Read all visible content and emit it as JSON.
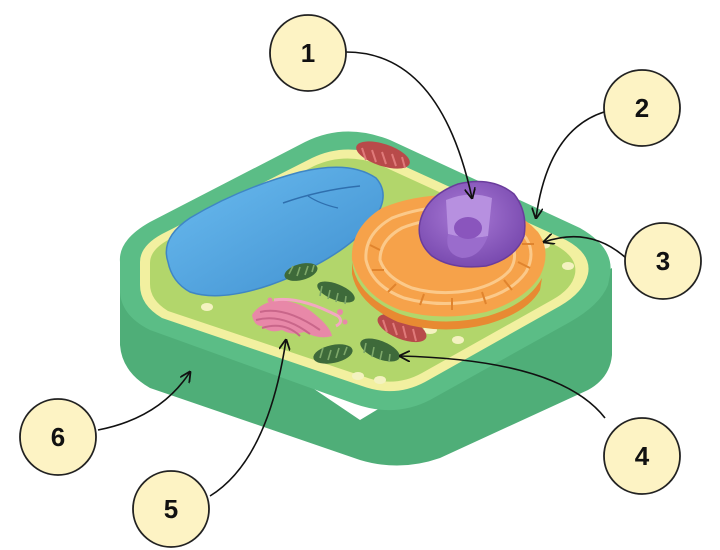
{
  "labels": [
    {
      "id": "1",
      "text": "1"
    },
    {
      "id": "2",
      "text": "2"
    },
    {
      "id": "3",
      "text": "3"
    },
    {
      "id": "4",
      "text": "4"
    },
    {
      "id": "5",
      "text": "5"
    },
    {
      "id": "6",
      "text": "6"
    }
  ],
  "colors": {
    "label_fill": "#fdf3c4",
    "label_stroke": "#222222",
    "wall": "#52b27c",
    "wall_dark": "#3e9a66",
    "membrane": "#f2f0a0",
    "cytoplasm": "#b2d66b",
    "vacuole": "#4aa3dc",
    "nucleus": "#8f5fc2",
    "nucleolus": "#b07ad8",
    "er": "#f6a24a",
    "golgi": "#e888a8",
    "mito_red": "#b84a4a",
    "chloroplast": "#3e6a3a"
  }
}
